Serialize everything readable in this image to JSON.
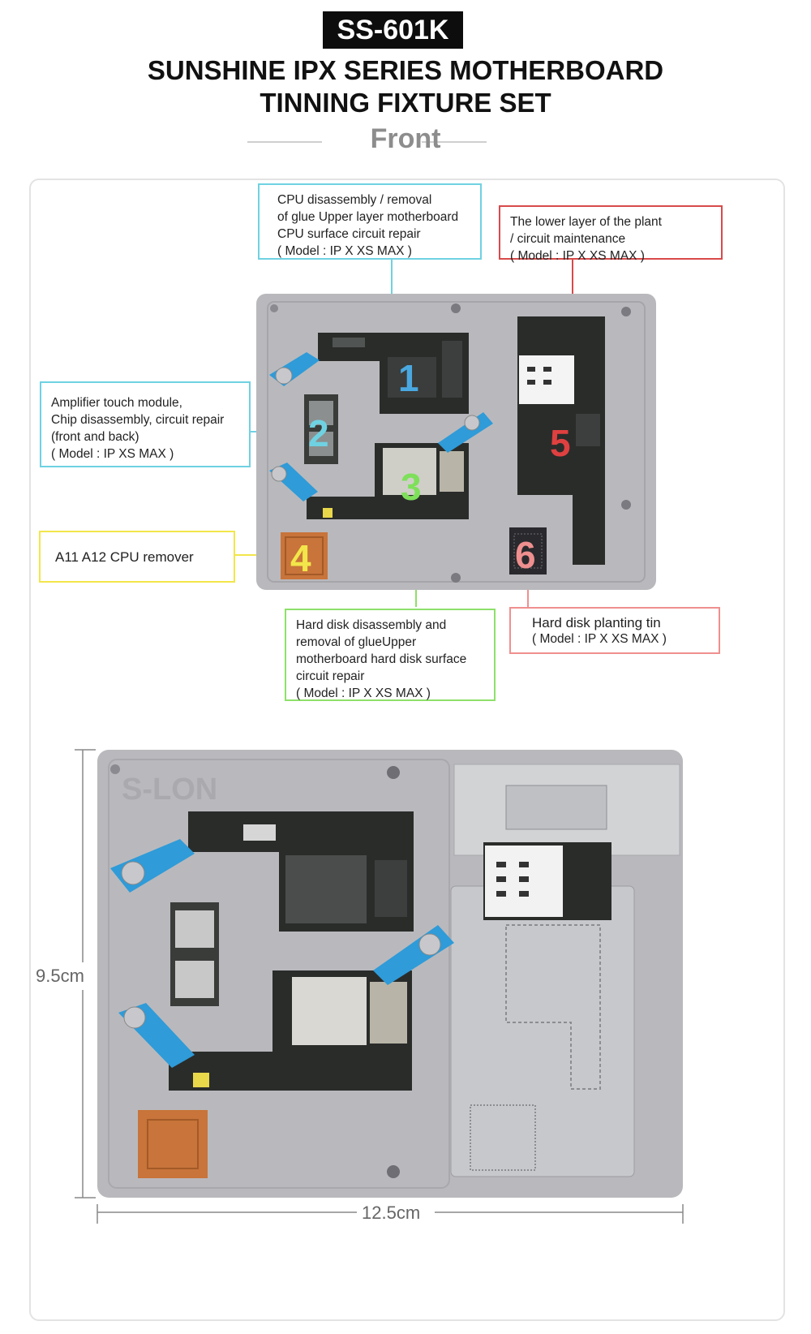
{
  "header": {
    "model": "SS-601K",
    "title_line1": "SUNSHINE IPX SERIES MOTHERBOARD",
    "title_line2": "TINNING FIXTURE SET",
    "view": "Front"
  },
  "callouts": {
    "cpu": [
      "CPU disassembly / removal",
      "of glue Upper layer motherboard",
      "CPU surface circuit repair",
      " ( Model : IP X XS MAX )"
    ],
    "lower": [
      "The lower layer of the plant",
      "/ circuit maintenance",
      " ( Model : IP X XS MAX )"
    ],
    "amp": [
      "Amplifier touch module,",
      "Chip disassembly, circuit repair",
      "(front and back)",
      " ( Model : IP XS MAX )"
    ],
    "a11": [
      "A11 A12 CPU remover"
    ],
    "hdd": [
      "Hard disk disassembly and",
      "removal of glueUpper",
      "motherboard hard disk surface",
      "circuit repair",
      " ( Model : IP X XS MAX )"
    ],
    "tin": [
      "Hard disk planting tin",
      " ( Model : IP X XS MAX )"
    ]
  },
  "numbers": [
    "1",
    "2",
    "3",
    "4",
    "5",
    "6"
  ],
  "dimensions": {
    "height": "9.5cm",
    "width": "12.5cm"
  },
  "colors": {
    "cyan": "#6fd2e2",
    "red": "#d94a4a",
    "yellow": "#f2e64a",
    "green": "#8ee06a",
    "pink": "#ef8f8f",
    "fixture": "#b9b9bd",
    "clamp": "#2f9bd8",
    "pcb": "#2a2c2a"
  },
  "brand_mark": "S-LON"
}
